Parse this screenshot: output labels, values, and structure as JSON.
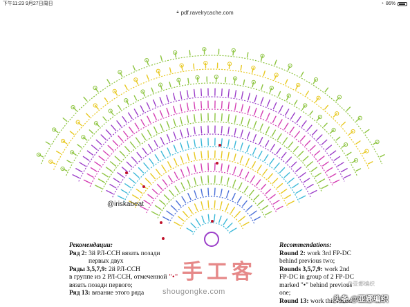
{
  "status_bar": {
    "time": "下午11:23",
    "date": "9月27日周日",
    "battery": "86%"
  },
  "browser": {
    "url": "pdf.ravelrycache.com"
  },
  "pattern": {
    "handle": "@iriskabeat",
    "colors": {
      "green": "#8cc43f",
      "yellow": "#e8c820",
      "purple": "#9b3ec9",
      "magenta": "#d43fb4",
      "cyan": "#3ab8d8",
      "blue": "#4a6fd8",
      "red": "#c0112a"
    }
  },
  "ru": {
    "title": "Рекомендации:",
    "r2_label": "Ряд 2:",
    "r2_text": "3й РЛ-ССН вязать позади",
    "r2_text2": "первых двух",
    "r3_label": "Ряды 3,5,7,9:",
    "r3_text": "2й РЛ-ССН",
    "r3_text2": "в группе из 2 РЛ-ССН, отмеченной",
    "r3_mark": "\"•\"",
    "r3_text3": "вязать позади первого;",
    "r13_label": "Ряд 13:",
    "r13_text": "вязание этого ряда"
  },
  "en": {
    "title": "Recommendations:",
    "r2_label": "Round 2:",
    "r2_text": "work 3rd FP-DC",
    "r2_text2": "behind previous two;",
    "r3_label": "Rounds 3,5,7,9:",
    "r3_text": "work 2nd",
    "r3_text2": "FP-DC in group of 2 FP-DC",
    "r3_text3": "marked \"•\" behind previous",
    "r3_text4": "one;",
    "r13_label": "Round 13:",
    "r13_text": "work this round"
  },
  "watermarks": {
    "logo": "手工客",
    "site": "shougongke.com",
    "author": "头条 @亚娜编织",
    "mid": "@亚娜编织"
  }
}
